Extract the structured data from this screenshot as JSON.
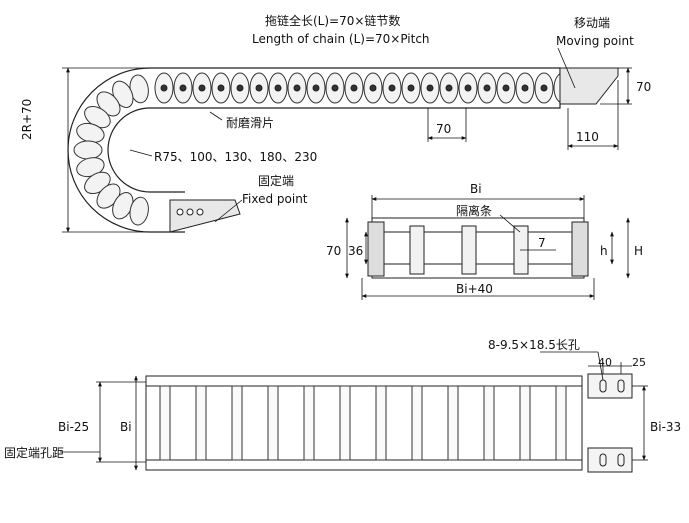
{
  "top_view": {
    "title_cn": "拖链全长(L)=70×链节数",
    "title_en": "Length of chain (L)=70×Pitch",
    "moving_cn": "移动端",
    "moving_en": "Moving point",
    "dim_70_right": "70",
    "dim_70_pitch": "70",
    "dim_110": "110",
    "height_label": "2R+70",
    "wear_cn": "耐磨滑片",
    "radius_list": "R75、100、130、180、230",
    "fixed_cn": "固定端",
    "fixed_en": "Fixed point"
  },
  "section_view": {
    "bi": "Bi",
    "divider_cn": "隔离条",
    "dim_70": "70",
    "dim_36": "36",
    "dim_7": "7",
    "h": "h",
    "H": "H",
    "bi_plus": "Bi+40"
  },
  "plan_view": {
    "slot_label": "8-9.5×18.5长孔",
    "dim_40": "40",
    "dim_25": "25",
    "bi_minus25": "Bi-25",
    "bi": "Bi",
    "bi_minus33": "Bi-33",
    "hole_pitch_cn": "固定端孔距"
  }
}
